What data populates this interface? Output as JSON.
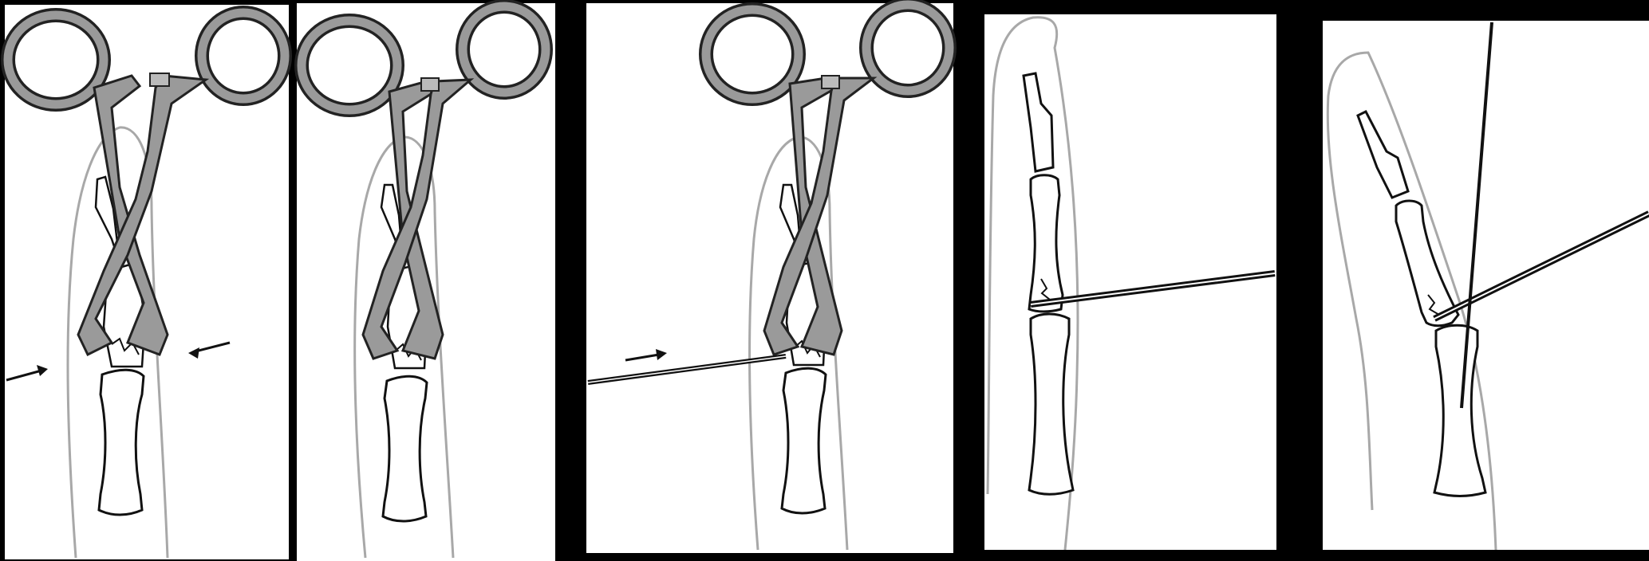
{
  "figure": {
    "panel_count": 5,
    "colors": {
      "background": "#000000",
      "panel_fill": "#ffffff",
      "skin_outline": "#a8a8a8",
      "bone_outline": "#111111",
      "instrument_fill": "#9a9a9a",
      "instrument_outline": "#222222",
      "wire": "#111111",
      "arrow": "#111111"
    },
    "panels": [
      {
        "id": "panel-1",
        "shows": [
          "finger-outline-icon",
          "bone-icon",
          "fracture-icon",
          "reduction-clamp-icon",
          "arrow-icon",
          "arrow-icon"
        ]
      },
      {
        "id": "panel-2",
        "shows": [
          "finger-outline-icon",
          "bone-icon",
          "fracture-icon",
          "reduction-clamp-icon"
        ]
      },
      {
        "id": "panel-3",
        "shows": [
          "finger-outline-icon",
          "bone-icon",
          "fracture-icon",
          "reduction-clamp-icon",
          "k-wire-icon",
          "arrow-icon"
        ]
      },
      {
        "id": "panel-4",
        "shows": [
          "finger-outline-icon",
          "bone-icon",
          "fracture-icon",
          "k-wire-icon"
        ]
      },
      {
        "id": "panel-5",
        "shows": [
          "finger-outline-icon",
          "bone-icon",
          "fracture-icon",
          "k-wire-icon",
          "k-wire-icon"
        ]
      }
    ]
  }
}
